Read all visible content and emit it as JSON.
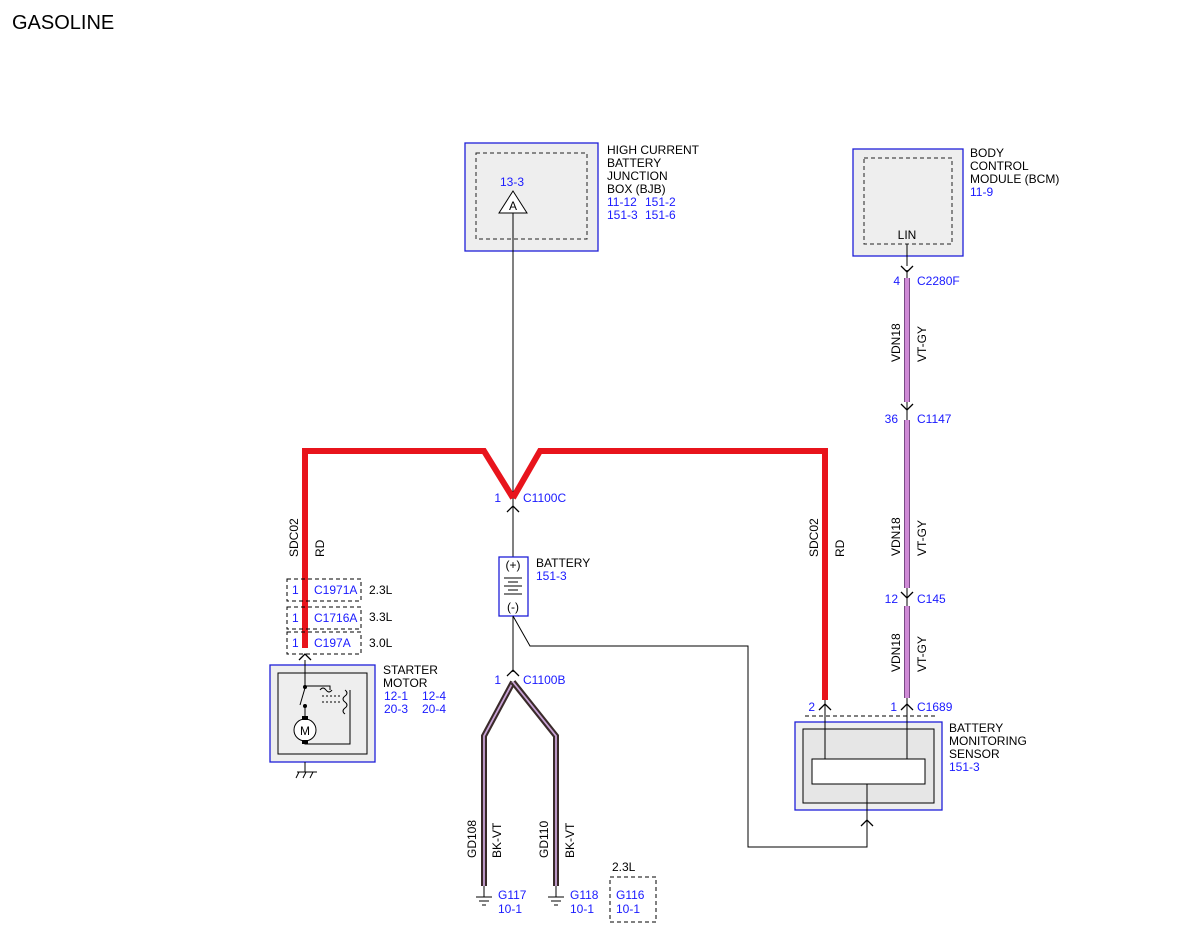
{
  "title": "GASOLINE",
  "colors": {
    "power_wire": "#e8141c",
    "lin_wire": "#cf8ad6",
    "ground_wire_outer": "#3a2a2a",
    "ground_wire_inner": "#c9a3d6",
    "module_border": "#1f1fd8",
    "module_fill": "#eeeeee",
    "ref_text": "#1a1aff"
  },
  "bjb": {
    "name_lines": [
      "HIGH CURRENT",
      "BATTERY",
      "JUNCTION",
      "BOX (BJB)"
    ],
    "refs": [
      "11-12",
      "151-2",
      "151-3",
      "151-6"
    ],
    "pin": "13-3",
    "pin_symbol": "A"
  },
  "bcm": {
    "name_lines": [
      "BODY",
      "CONTROL",
      "MODULE (BCM)"
    ],
    "ref": "11-9",
    "pin": "LIN"
  },
  "battery": {
    "name": "BATTERY",
    "ref": "151-3",
    "plus": "(+)",
    "minus": "(-)"
  },
  "starter": {
    "name_lines": [
      "STARTER",
      "MOTOR"
    ],
    "refs": [
      "12-1",
      "12-4",
      "20-3",
      "20-4"
    ],
    "motor_symbol": "M"
  },
  "bms": {
    "name_lines": [
      "BATTERY",
      "MONITORING",
      "SENSOR"
    ],
    "ref": "151-3"
  },
  "connectors": {
    "c2280f": {
      "pin": "4",
      "name": "C2280F"
    },
    "c1147": {
      "pin": "36",
      "name": "C1147"
    },
    "c145": {
      "pin": "12",
      "name": "C145"
    },
    "c1689": {
      "pin": "1",
      "name": "C1689"
    },
    "bms_pin2": {
      "pin": "2"
    },
    "c1100c": {
      "pin": "1",
      "name": "C1100C"
    },
    "c1100b": {
      "pin": "1",
      "name": "C1100B"
    },
    "c1971a": {
      "pin": "1",
      "name": "C1971A",
      "variant": "2.3L"
    },
    "c1716a": {
      "pin": "1",
      "name": "C1716A",
      "variant": "3.3L"
    },
    "c197a": {
      "pin": "1",
      "name": "C197A",
      "variant": "3.0L"
    }
  },
  "wires": {
    "left_power": {
      "circuit": "SDC02",
      "color": "RD"
    },
    "right_power": {
      "circuit": "SDC02",
      "color": "RD"
    },
    "lin_1": {
      "circuit": "VDN18",
      "color": "VT-GY"
    },
    "lin_2": {
      "circuit": "VDN18",
      "color": "VT-GY"
    },
    "lin_3": {
      "circuit": "VDN18",
      "color": "VT-GY"
    },
    "ground_1": {
      "circuit": "GD108",
      "color": "BK-VT"
    },
    "ground_2": {
      "circuit": "GD110",
      "color": "BK-VT"
    }
  },
  "grounds": {
    "g117": {
      "name": "G117",
      "ref": "10-1"
    },
    "g118": {
      "name": "G118",
      "ref": "10-1"
    },
    "g116": {
      "name": "G116",
      "ref": "10-1",
      "variant": "2.3L"
    }
  }
}
